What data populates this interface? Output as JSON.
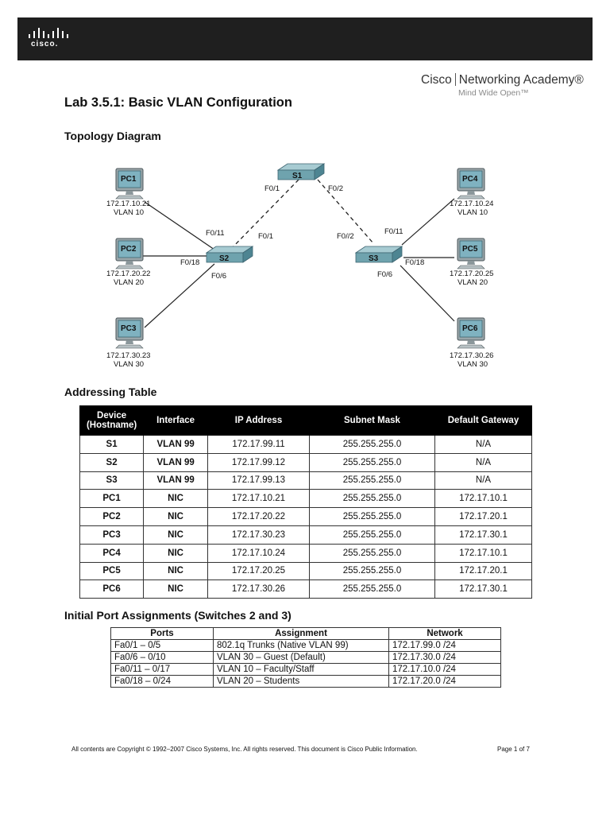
{
  "header": {
    "logo_text": "cisco."
  },
  "academy": {
    "name_left": "Cisco",
    "name_right": "Networking Academy®",
    "tagline": "Mind Wide Open™"
  },
  "title": "Lab 3.5.1: Basic VLAN Configuration",
  "sections": {
    "topology": "Topology Diagram",
    "addressing": "Addressing Table",
    "ports": "Initial Port Assignments (Switches 2 and 3)"
  },
  "topology": {
    "switches": {
      "s1": "S1",
      "s2": "S2",
      "s3": "S3"
    },
    "pcs": [
      {
        "name": "PC1",
        "ip": "172.17.10.21",
        "vlan": "VLAN 10"
      },
      {
        "name": "PC2",
        "ip": "172.17.20.22",
        "vlan": "VLAN 20"
      },
      {
        "name": "PC3",
        "ip": "172.17.30.23",
        "vlan": "VLAN 30"
      },
      {
        "name": "PC4",
        "ip": "172.17.10.24",
        "vlan": "VLAN 10"
      },
      {
        "name": "PC5",
        "ip": "172.17.20.25",
        "vlan": "VLAN 20"
      },
      {
        "name": "PC6",
        "ip": "172.17.30.26",
        "vlan": "VLAN 30"
      }
    ],
    "ports": {
      "s1_left": "F0/1",
      "s1_right": "F0/2",
      "s2_pc1": "F0/11",
      "s2_s1": "F0/1",
      "s2_pc2": "F0/18",
      "s2_pc3": "F0/6",
      "s3_s1": "F0//2",
      "s3_pc4": "F0/11",
      "s3_pc5": "F0/18",
      "s3_pc6": "F0/6"
    }
  },
  "addressing_table": {
    "headers": [
      "Device (Hostname)",
      "Interface",
      "IP Address",
      "Subnet Mask",
      "Default Gateway"
    ],
    "rows": [
      [
        "S1",
        "VLAN 99",
        "172.17.99.11",
        "255.255.255.0",
        "N/A"
      ],
      [
        "S2",
        "VLAN 99",
        "172.17.99.12",
        "255.255.255.0",
        "N/A"
      ],
      [
        "S3",
        "VLAN 99",
        "172.17.99.13",
        "255.255.255.0",
        "N/A"
      ],
      [
        "PC1",
        "NIC",
        "172.17.10.21",
        "255.255.255.0",
        "172.17.10.1"
      ],
      [
        "PC2",
        "NIC",
        "172.17.20.22",
        "255.255.255.0",
        "172.17.20.1"
      ],
      [
        "PC3",
        "NIC",
        "172.17.30.23",
        "255.255.255.0",
        "172.17.30.1"
      ],
      [
        "PC4",
        "NIC",
        "172.17.10.24",
        "255.255.255.0",
        "172.17.10.1"
      ],
      [
        "PC5",
        "NIC",
        "172.17.20.25",
        "255.255.255.0",
        "172.17.20.1"
      ],
      [
        "PC6",
        "NIC",
        "172.17.30.26",
        "255.255.255.0",
        "172.17.30.1"
      ]
    ]
  },
  "port_table": {
    "headers": [
      "Ports",
      "Assignment",
      "Network"
    ],
    "rows": [
      [
        "Fa0/1 – 0/5",
        "802.1q Trunks (Native VLAN 99)",
        "172.17.99.0 /24"
      ],
      [
        "Fa0/6 – 0/10",
        "VLAN 30 – Guest (Default)",
        "172.17.30.0 /24"
      ],
      [
        "Fa0/11 – 0/17",
        "VLAN 10 – Faculty/Staff",
        "172.17.10.0 /24"
      ],
      [
        "Fa0/18 – 0/24",
        "VLAN 20 – Students",
        "172.17.20.0 /24"
      ]
    ]
  },
  "footer": {
    "copyright": "All contents are Copyright © 1992–2007 Cisco Systems, Inc. All rights reserved. This document is Cisco Public Information.",
    "page": "Page 1 of 7"
  },
  "colors": {
    "header_bg": "#1f1f1f",
    "switch": "#6fa3ae",
    "pc_screen": "#7fb2c0"
  }
}
